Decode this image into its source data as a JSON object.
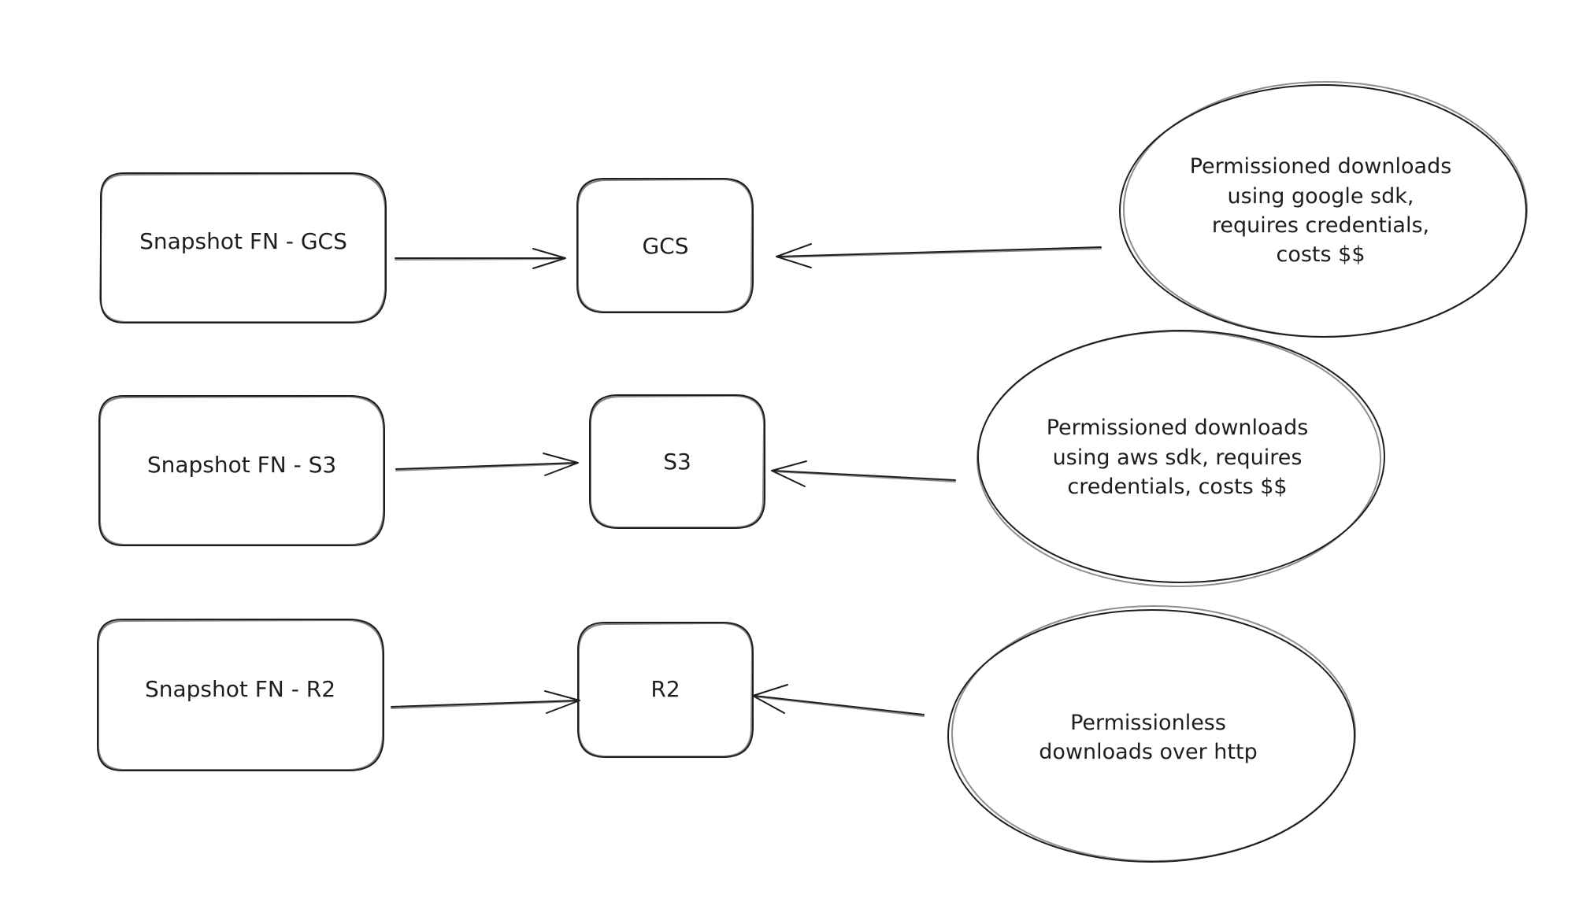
{
  "diagram": {
    "rows": [
      {
        "source": "Snapshot FN - GCS",
        "target": "GCS",
        "note_lines": [
          "Permissioned downloads",
          "using google sdk,",
          "requires credentials,",
          "costs $$"
        ]
      },
      {
        "source": "Snapshot FN - S3",
        "target": "S3",
        "note_lines": [
          "Permissioned downloads",
          "using aws sdk, requires",
          "credentials, costs $$"
        ]
      },
      {
        "source": "Snapshot FN - R2",
        "target": "R2",
        "note_lines": [
          "Permissionless",
          "downloads over http"
        ]
      }
    ]
  }
}
